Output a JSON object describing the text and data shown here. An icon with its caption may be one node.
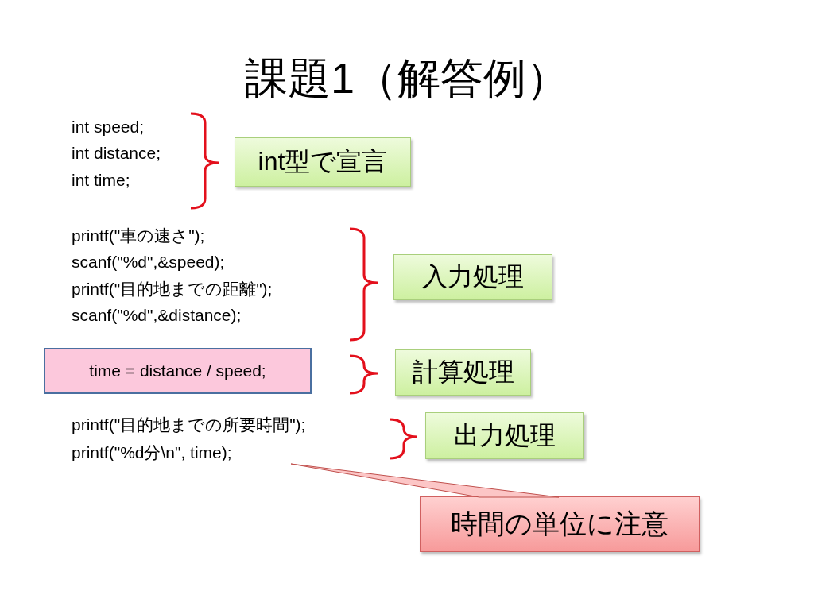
{
  "diagram": {
    "title": "課題1（解答例）",
    "nodes": [
      {
        "text": [
          "int型で宣言"
        ]
      },
      {
        "text": [
          "入力処理"
        ]
      },
      {
        "text": [
          "time = distance / speed;"
        ]
      },
      {
        "text": [
          "計算処理"
        ]
      },
      {
        "text": [
          "出力処理"
        ]
      },
      {
        "text": [
          "printf(\"%d分\\n\", time);"
        ]
      },
      {
        "text": [
          "時間の単位に注意"
        ]
      }
    ],
    "edges": [
      {
        "from": 6,
        "to": 5,
        "arrow": "none"
      }
    ],
    "labels": [
      "int speed;",
      "int distance;",
      "int time;",
      "printf(\"車の速さ\");",
      "scanf(\"%d\",&speed);",
      "printf(\"目的地までの距離\");",
      "scanf(\"%d\",&distance);",
      "printf(\"目的地までの所要時間\");"
    ]
  }
}
